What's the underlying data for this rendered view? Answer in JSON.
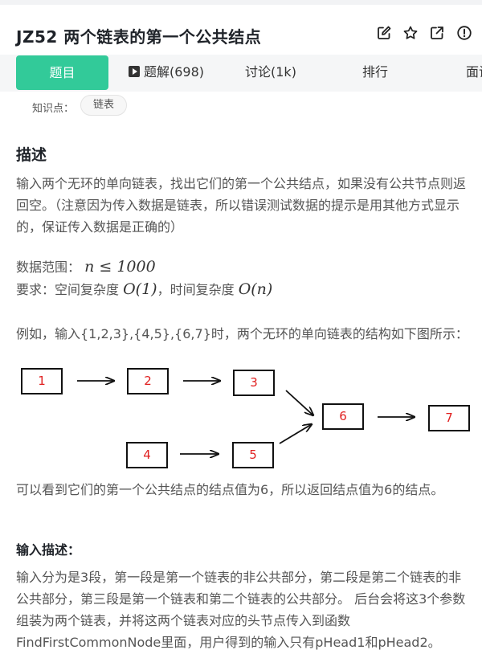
{
  "problem": {
    "title": "JZ52  两个链表的第一个公共结点"
  },
  "header_icons": [
    "edit-icon",
    "star-icon",
    "share-icon",
    "report-icon"
  ],
  "tabs": [
    {
      "label": "题目",
      "active": true
    },
    {
      "label": "题解(698)",
      "icon": "video-icon"
    },
    {
      "label": "讨论(1k)"
    },
    {
      "label": "排行"
    },
    {
      "label": "面试"
    }
  ],
  "knowledge": {
    "label": "知识点：",
    "tag": "链表"
  },
  "description": {
    "heading": "描述",
    "paragraph1": "输入两个无环的单向链表，找出它们的第一个公共结点，如果没有公共节点则返回空。（注意因为传入数据是链表，所以错误测试数据的提示是用其他方式显示的，保证传入数据是正确的）",
    "range_label": "数据范围：",
    "range_math": "n ≤ 1000",
    "req_label": "要求：空间复杂度 ",
    "req_space": "O(1)",
    "req_mid": "，时间复杂度 ",
    "req_time": "O(n)",
    "example_text": "例如，输入{1,2,3},{4,5},{6,7}时，两个无环的单向链表的结构如下图所示：",
    "conclusion": "可以看到它们的第一个公共结点的结点值为6，所以返回结点值为6的结点。"
  },
  "diagram": {
    "nodes": [
      "1",
      "2",
      "3",
      "4",
      "5",
      "6",
      "7"
    ],
    "node_color": "#e02020"
  },
  "input_desc": {
    "heading": "输入描述：",
    "text": "输入分为是3段，第一段是第一个链表的非公共部分，第二段是第二个链表的非公共部分，第三段是第一个链表和第二个链表的公共部分。 后台会将这3个参数组装为两个链表，并将这两个链表对应的头节点传入到函数FindFirstCommonNode里面，用户得到的输入只有pHead1和pHead2。"
  },
  "colors": {
    "accent": "#32ca99",
    "tab_bg": "#f5f6f7"
  }
}
